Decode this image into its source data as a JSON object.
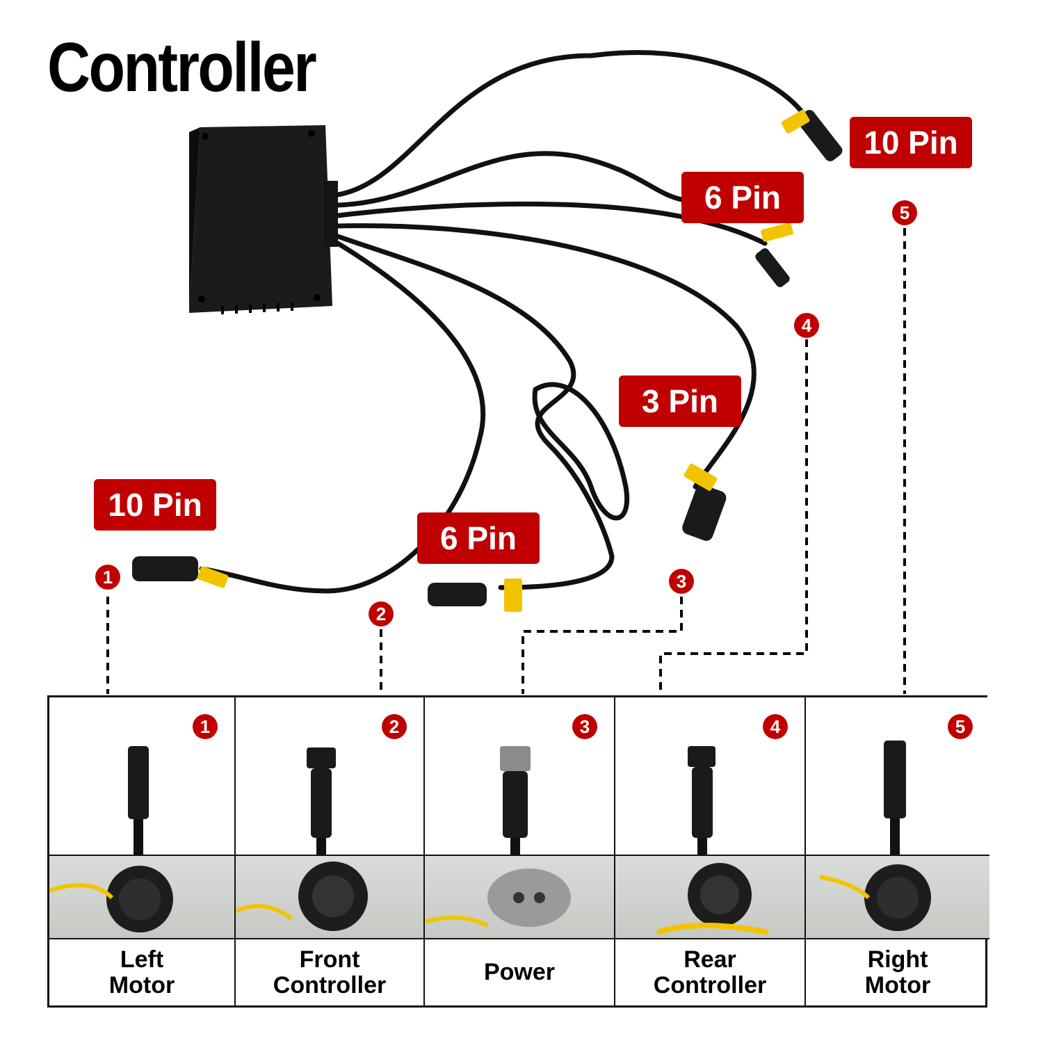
{
  "title": "Controller",
  "pin_labels": [
    "10 Pin",
    "6 Pin",
    "3 Pin",
    "10 Pin",
    "6 Pin"
  ],
  "badges": [
    "1",
    "2",
    "3",
    "4",
    "5"
  ],
  "connectors": [
    {
      "number": "1",
      "name": "Left\nMotor"
    },
    {
      "number": "2",
      "name": "Front\nController"
    },
    {
      "number": "3",
      "name": "Power"
    },
    {
      "number": "4",
      "name": "Rear\nController"
    },
    {
      "number": "5",
      "name": "Right\nMotor"
    }
  ],
  "colors": {
    "label_red": "#c00000",
    "cable": "#111111",
    "tape": "#f2c400"
  },
  "icons": [
    "controller-box",
    "cable",
    "connector-plug"
  ]
}
